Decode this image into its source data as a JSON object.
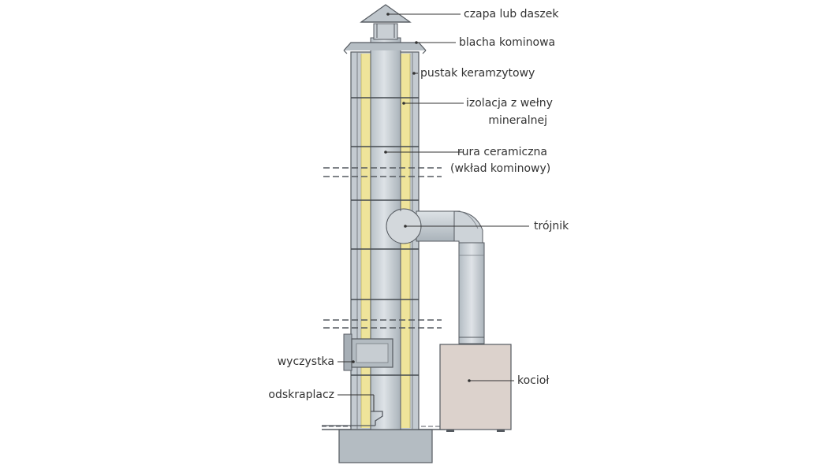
{
  "labels": {
    "cap": "czapa lub daszek",
    "flashing": "blacha kominowa",
    "block": "pustak keramzytowy",
    "insulation_1": "izolacja z wełny",
    "insulation_2": "mineralnej",
    "pipe_1": "rura ceramiczna",
    "pipe_2": "(wkład kominowy)",
    "tee": "trójnik",
    "cleanout": "wyczystka",
    "condensate": "odskraplacz",
    "boiler": "kocioł"
  },
  "colors": {
    "pipe": "#c9cfd4",
    "wall": "#b8c0c6",
    "insulation": "#efe49a",
    "boiler": "#dcd2cc",
    "base": "#b4bcc2",
    "outline": "#555a60",
    "leader": "#333333"
  }
}
